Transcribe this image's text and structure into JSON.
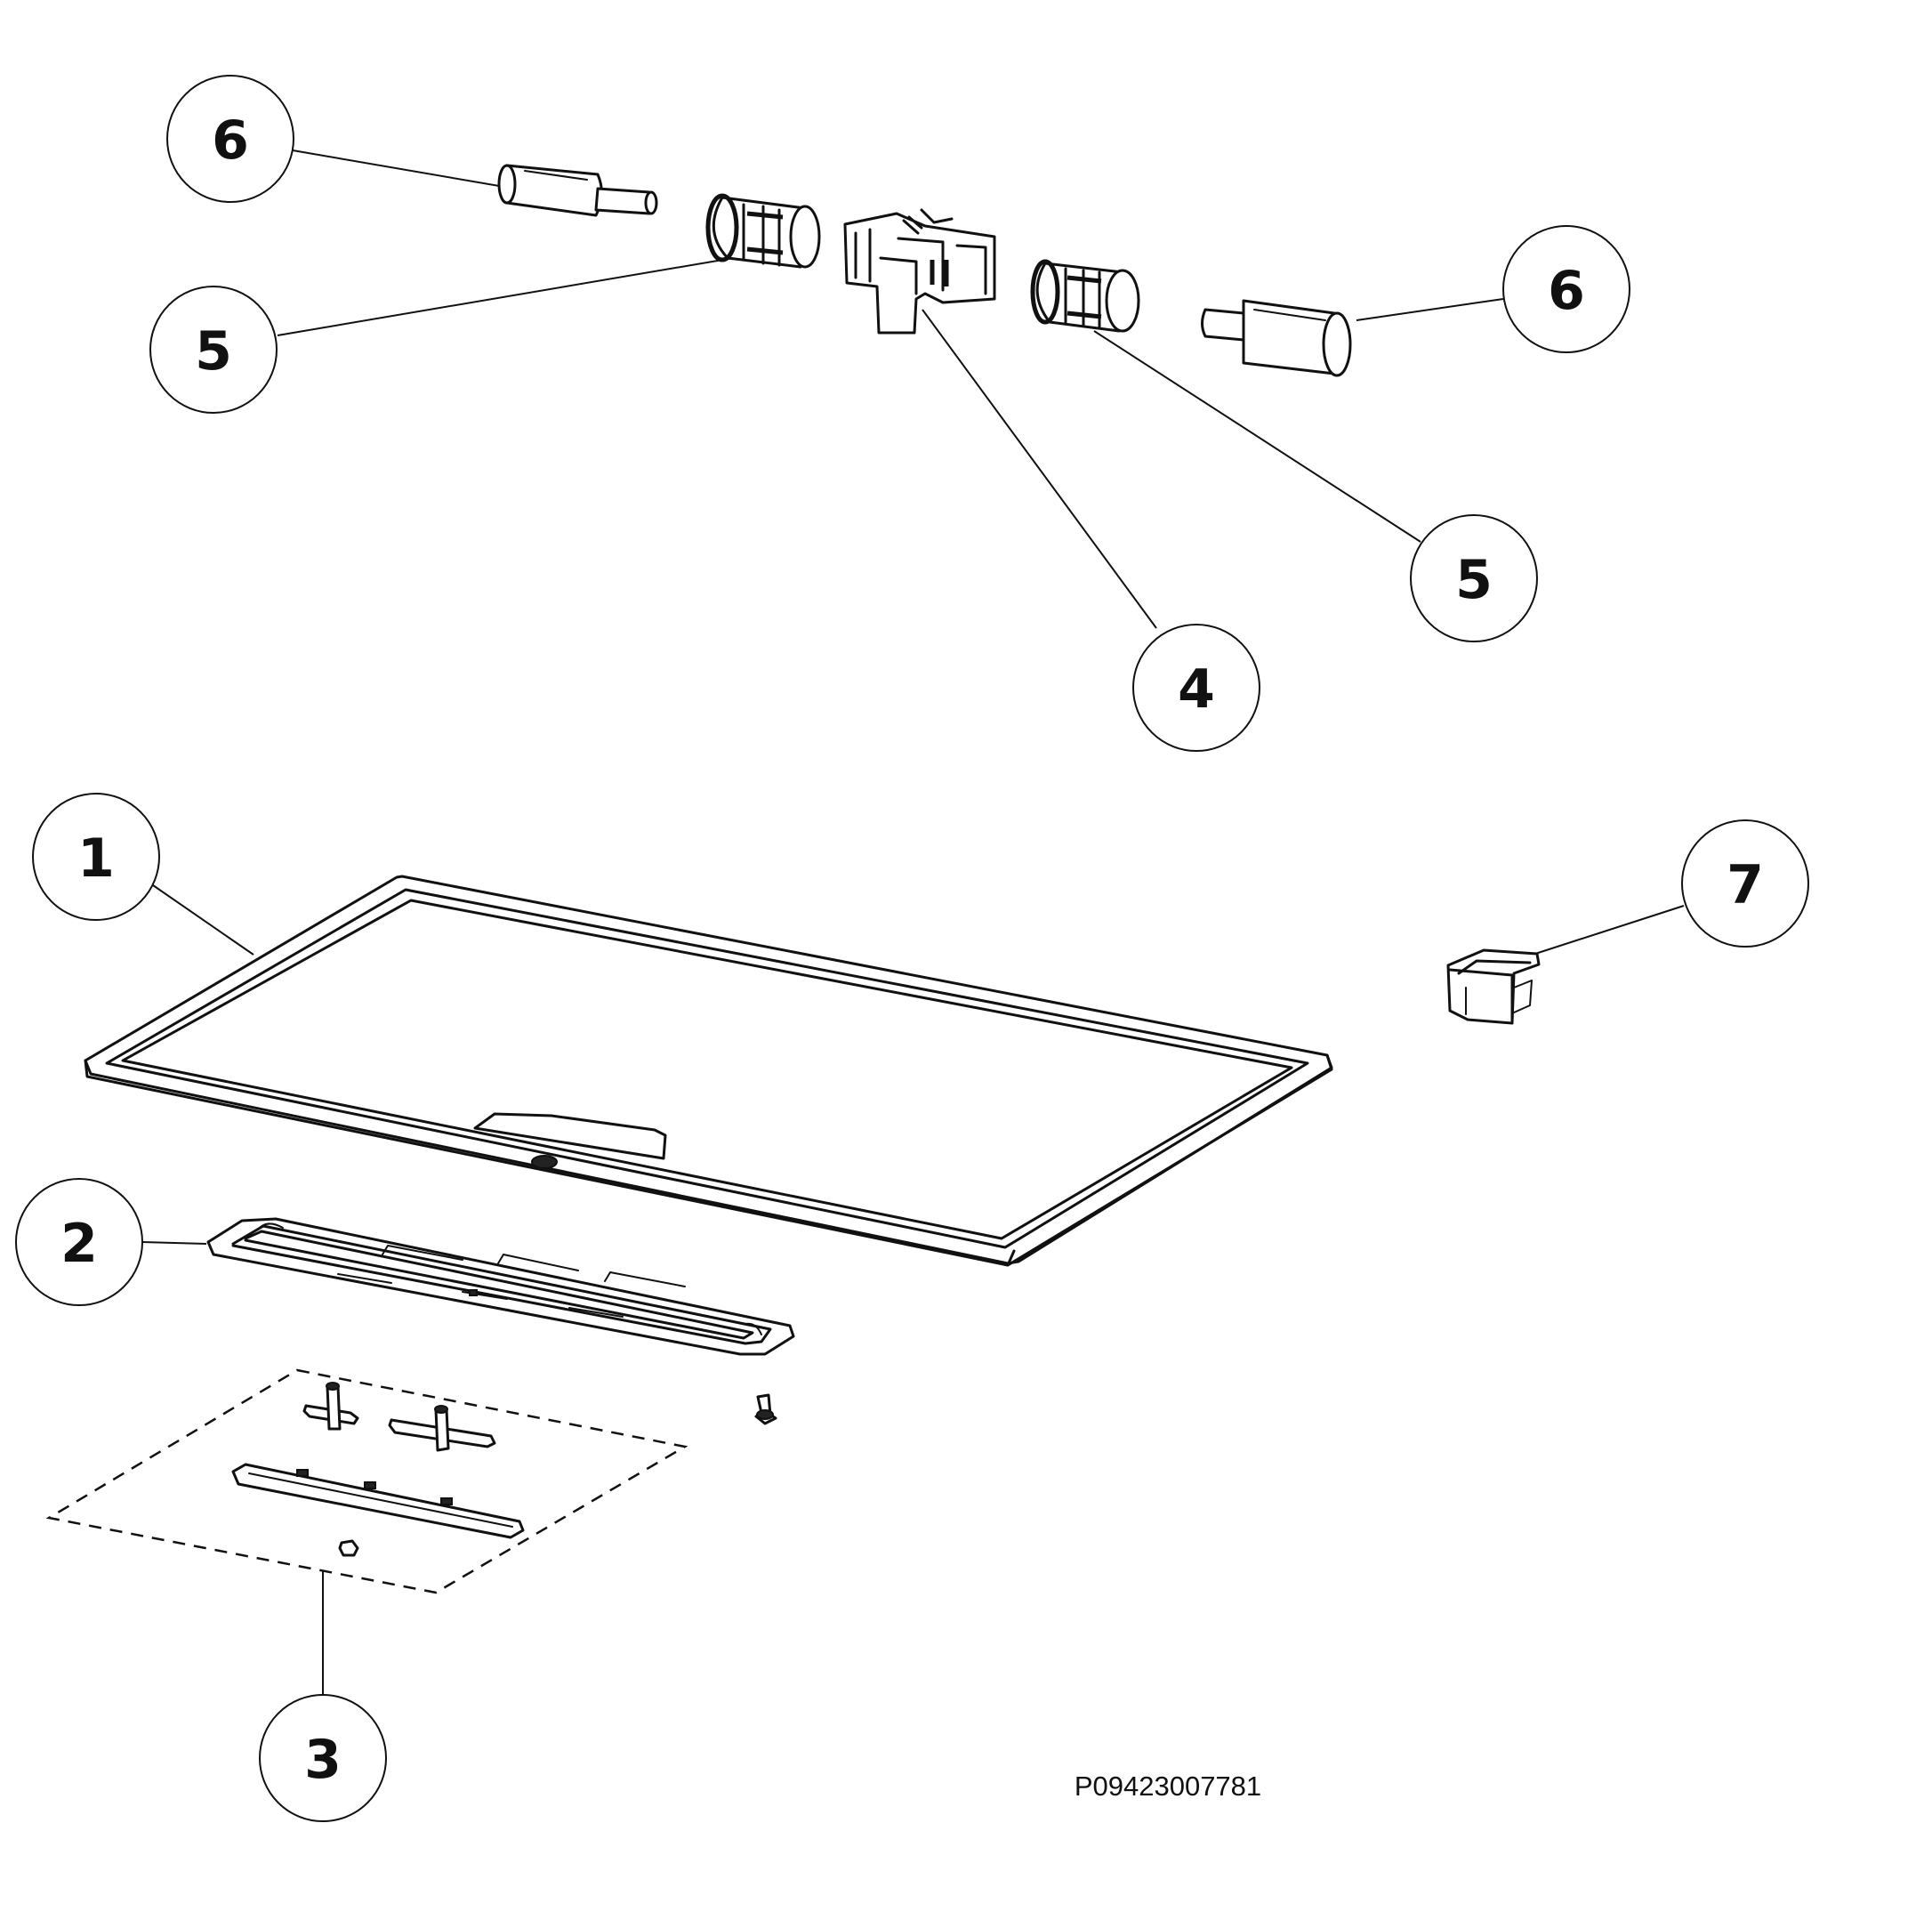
{
  "diagram": {
    "document_code": "P09423007781",
    "callouts": [
      {
        "id": "c1",
        "label": "1"
      },
      {
        "id": "c2",
        "label": "2"
      },
      {
        "id": "c3",
        "label": "3"
      },
      {
        "id": "c4",
        "label": "4"
      },
      {
        "id": "c5a",
        "label": "5"
      },
      {
        "id": "c5b",
        "label": "5"
      },
      {
        "id": "c6a",
        "label": "6"
      },
      {
        "id": "c6b",
        "label": "6"
      },
      {
        "id": "c7",
        "label": "7"
      }
    ]
  }
}
